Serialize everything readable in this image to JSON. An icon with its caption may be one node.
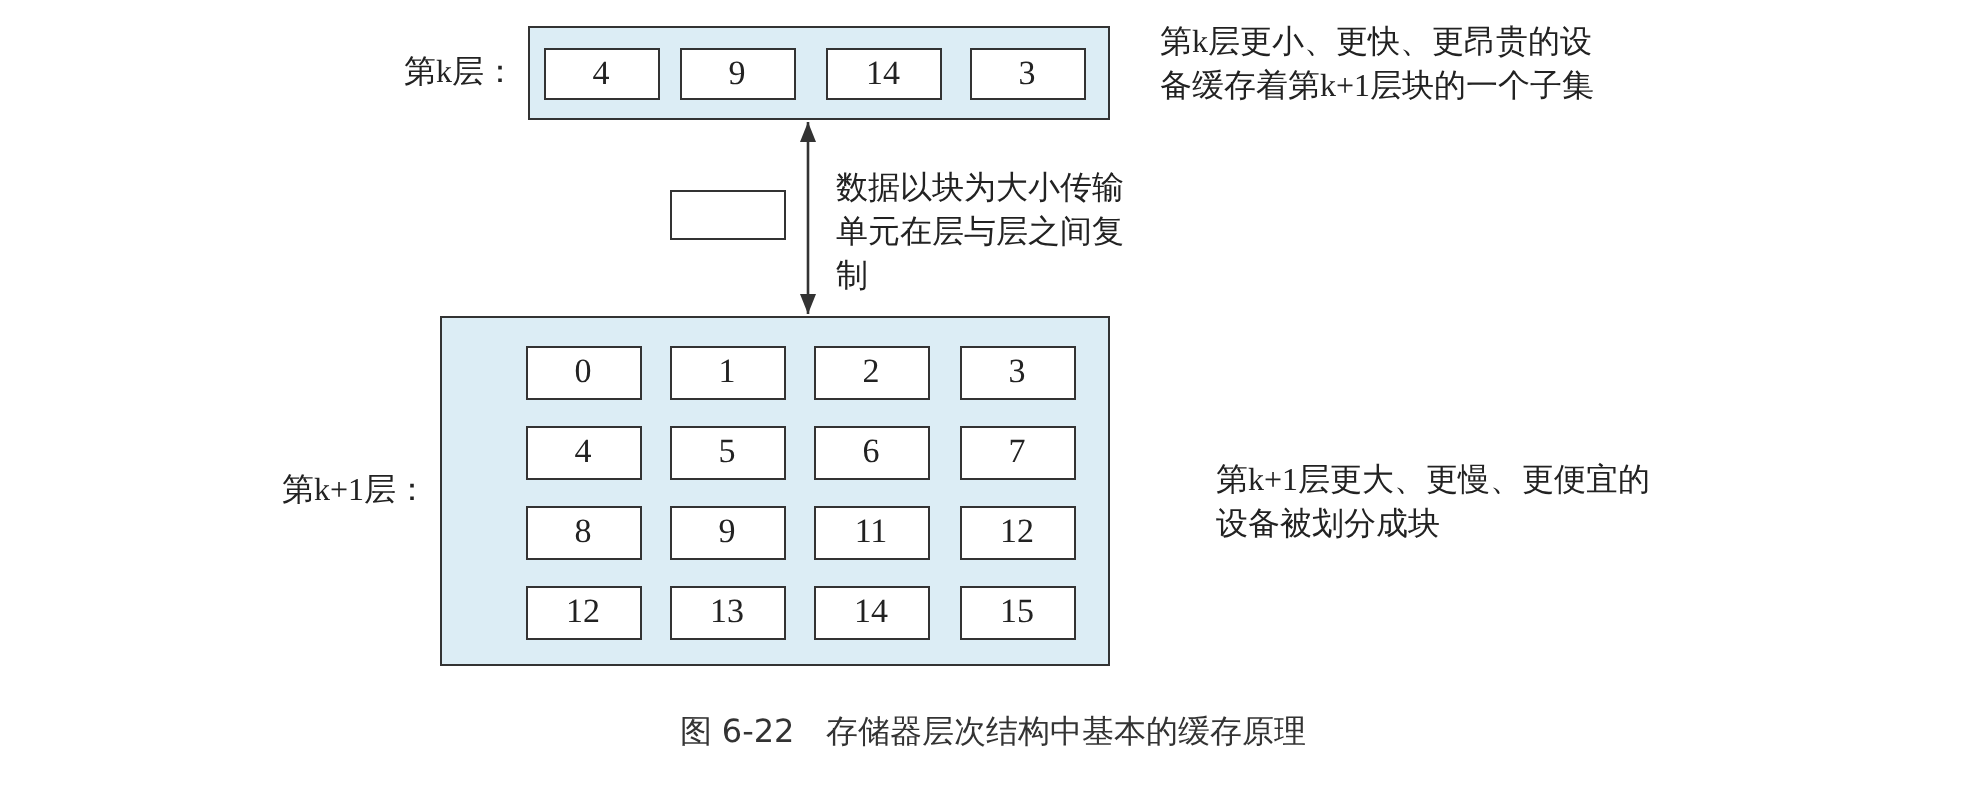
{
  "diagram": {
    "caption": "图 6-22　存储器层次结构中基本的缓存原理",
    "nodes": [
      {
        "text": [
          "第k层："
        ],
        "beside": [
          "第k层更小、更快、更昂贵的设备缓存着第k+1层块的一个子集"
        ]
      },
      {
        "text": [
          "4"
        ],
        "in": 0
      },
      {
        "text": [
          "9"
        ],
        "in": 0
      },
      {
        "text": [
          "14"
        ],
        "in": 0
      },
      {
        "text": [
          "3"
        ],
        "in": 0
      },
      {
        "text": [],
        "shape": "box"
      },
      {
        "text": [
          "第k+1层："
        ],
        "beside": [
          "第k+1层更大、更慢、更便宜的设备被划分成块"
        ]
      },
      {
        "text": [
          "0"
        ],
        "in": 6
      },
      {
        "text": [
          "1"
        ],
        "in": 6
      },
      {
        "text": [
          "2"
        ],
        "in": 6
      },
      {
        "text": [
          "3"
        ],
        "in": 6
      },
      {
        "text": [
          "4"
        ],
        "in": 6
      },
      {
        "text": [
          "5"
        ],
        "in": 6
      },
      {
        "text": [
          "6"
        ],
        "in": 6
      },
      {
        "text": [
          "7"
        ],
        "in": 6
      },
      {
        "text": [
          "8"
        ],
        "in": 6
      },
      {
        "text": [
          "9"
        ],
        "in": 6
      },
      {
        "text": [
          "11"
        ],
        "in": 6
      },
      {
        "text": [
          "12"
        ],
        "in": 6
      },
      {
        "text": [
          "12"
        ],
        "in": 6
      },
      {
        "text": [
          "13"
        ],
        "in": 6
      },
      {
        "text": [
          "14"
        ],
        "in": 6
      },
      {
        "text": [
          "15"
        ],
        "in": 6
      }
    ],
    "edges": [
      {
        "from": 0,
        "to": 6,
        "arrow": "both",
        "label": "数据以块为大小传输单元在层与层之间复制"
      }
    ]
  }
}
